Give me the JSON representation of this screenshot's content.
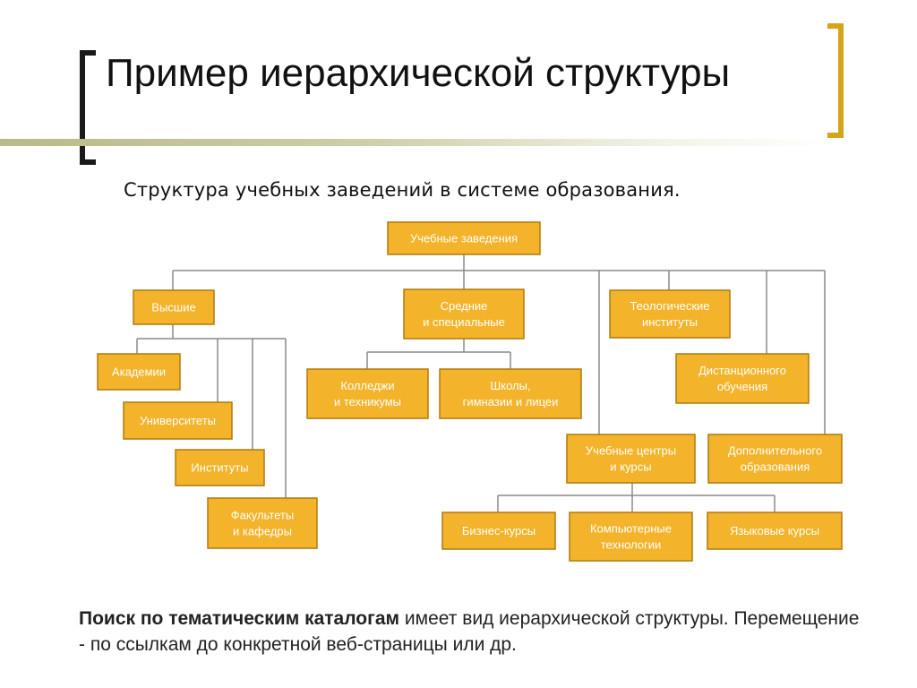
{
  "slide": {
    "title": "Пример иерархической структуры",
    "subtitle": "Структура учебных заведений в системе образования.",
    "footer_bold": "Поиск по тематическим каталогам",
    "footer_rest": " имеет вид иерархической структуры. Перемещение - по ссылкам до конкретной веб-страницы или др."
  },
  "colors": {
    "node_fill": "#f3b32a",
    "node_border": "#b07a0c",
    "node_text": "#ffffff",
    "connector": "#8a8a8a",
    "right_bracket": "#d4a419"
  },
  "diagram": {
    "nodes": [
      {
        "id": "root",
        "lines": [
          "Учебные заведения"
        ]
      },
      {
        "id": "higher",
        "lines": [
          "Высшие"
        ]
      },
      {
        "id": "secondary",
        "lines": [
          "Средние",
          "и специальные"
        ]
      },
      {
        "id": "theological",
        "lines": [
          "Теологические",
          "институты"
        ]
      },
      {
        "id": "distance",
        "lines": [
          "Дистанционного",
          "обучения"
        ]
      },
      {
        "id": "academies",
        "lines": [
          "Академии"
        ]
      },
      {
        "id": "universities",
        "lines": [
          "Университеты"
        ]
      },
      {
        "id": "institutes",
        "lines": [
          "Институты"
        ]
      },
      {
        "id": "faculties",
        "lines": [
          "Факультеты",
          "и кафедры"
        ]
      },
      {
        "id": "colleges",
        "lines": [
          "Колледжи",
          "и техникумы"
        ]
      },
      {
        "id": "schools",
        "lines": [
          "Школы,",
          "гимназии и лицеи"
        ]
      },
      {
        "id": "training",
        "lines": [
          "Учебные центры",
          "и курсы"
        ]
      },
      {
        "id": "additional",
        "lines": [
          "Дополнительного",
          "образования"
        ]
      },
      {
        "id": "business",
        "lines": [
          "Бизнес-курсы"
        ]
      },
      {
        "id": "computer",
        "lines": [
          "Компьютерные",
          "технологии"
        ]
      },
      {
        "id": "languages",
        "lines": [
          "Языковые курсы"
        ]
      }
    ],
    "edges": [
      [
        "root",
        "higher"
      ],
      [
        "root",
        "secondary"
      ],
      [
        "root",
        "theological"
      ],
      [
        "root",
        "distance"
      ],
      [
        "root",
        "training"
      ],
      [
        "root",
        "additional"
      ],
      [
        "higher",
        "academies"
      ],
      [
        "higher",
        "universities"
      ],
      [
        "higher",
        "institutes"
      ],
      [
        "higher",
        "faculties"
      ],
      [
        "secondary",
        "colleges"
      ],
      [
        "secondary",
        "schools"
      ],
      [
        "training",
        "business"
      ],
      [
        "training",
        "computer"
      ],
      [
        "training",
        "languages"
      ]
    ]
  }
}
